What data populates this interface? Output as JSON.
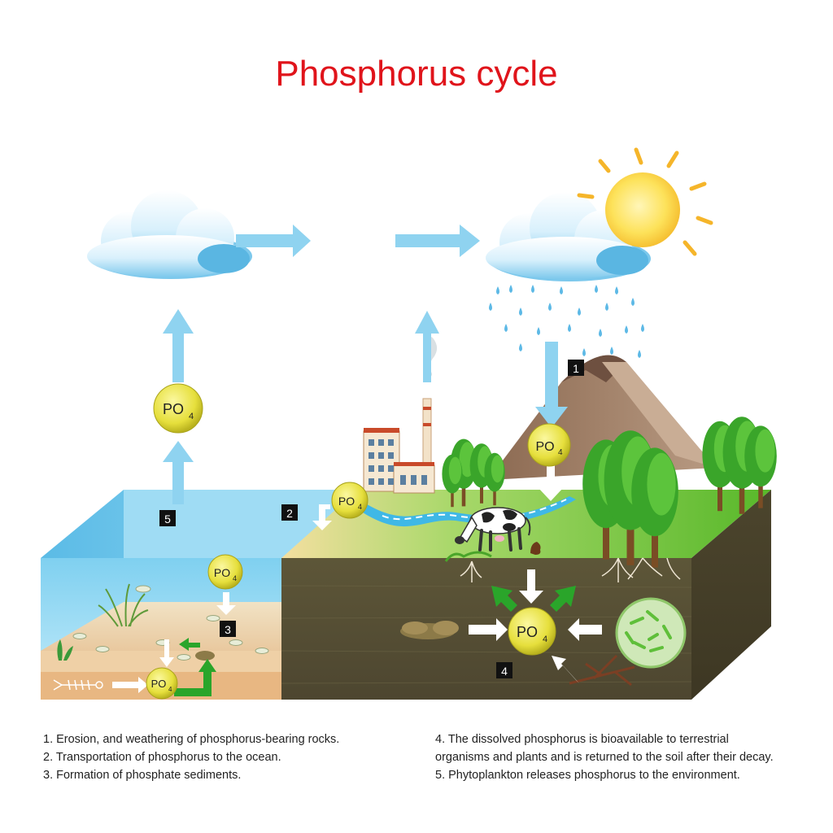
{
  "title": "Phosphorus cycle",
  "po4": {
    "main": "PO",
    "sub": "4"
  },
  "markers": [
    "1",
    "2",
    "3",
    "4",
    "5"
  ],
  "legend": {
    "left": [
      "1. Erosion, and weathering of phosphorus-bearing rocks.",
      "2. Transportation of phosphorus to the ocean.",
      "3. Formation of phosphate sediments."
    ],
    "right": [
      "4. The dissolved phosphorus is bioavailable to terrestrial",
      "organisms and plants and is returned to the soil after their decay.",
      "5. Phytoplankton releases phosphorus to the environment."
    ]
  },
  "colors": {
    "title": "#e0141b",
    "arrow_blue": "#8fd3f0",
    "arrow_green": "#2aa52a",
    "po4_fill": "#ede84a",
    "soil": "#5a5236",
    "water": "#6fc3e6",
    "sand": "#f2d8b0",
    "grass": "#5fbf2a",
    "mountain": "#a07d62",
    "sun": "#fcd84a"
  }
}
